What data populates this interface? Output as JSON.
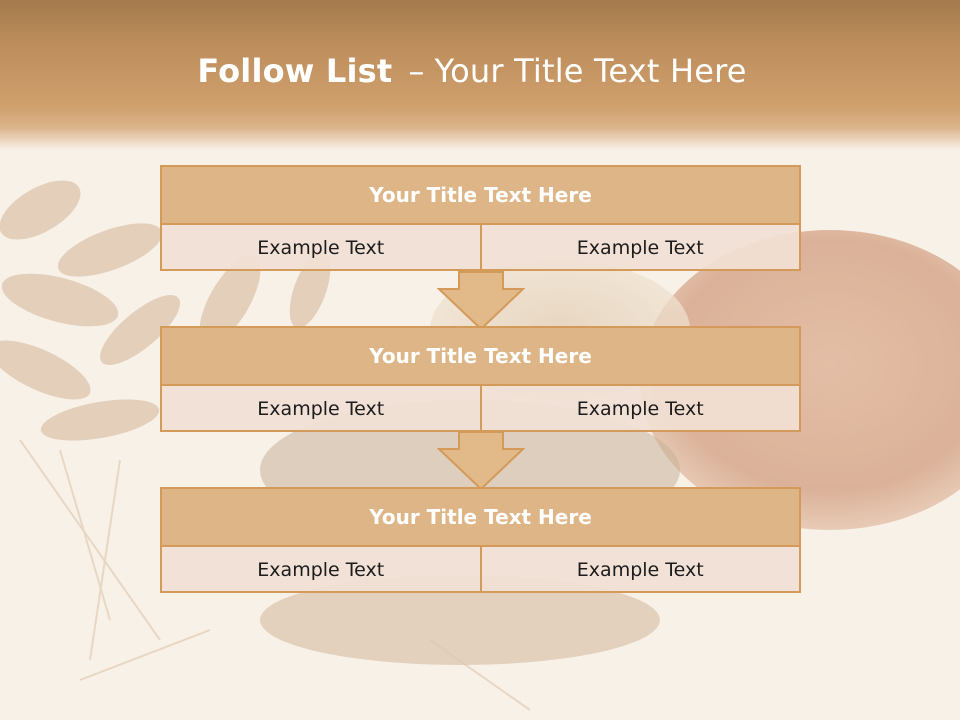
{
  "slide": {
    "title_bold": "Follow List",
    "title_dash": "–",
    "title_rest": "Your Title Text Here"
  },
  "blocks": [
    {
      "title": "Your Title Text Here",
      "left": "Example Text",
      "right": "Example Text"
    },
    {
      "title": "Your Title Text Here",
      "left": "Example Text",
      "right": "Example Text"
    },
    {
      "title": "Your Title Text Here",
      "left": "Example Text",
      "right": "Example Text"
    }
  ],
  "colors": {
    "header": "#c4935f",
    "block_title_fill": "#deb587",
    "block_border": "#d39a5a",
    "cell_fill": "#f1e0d4",
    "arrow_fill": "#e2b989"
  },
  "background": "bread-and-wheat-photo"
}
